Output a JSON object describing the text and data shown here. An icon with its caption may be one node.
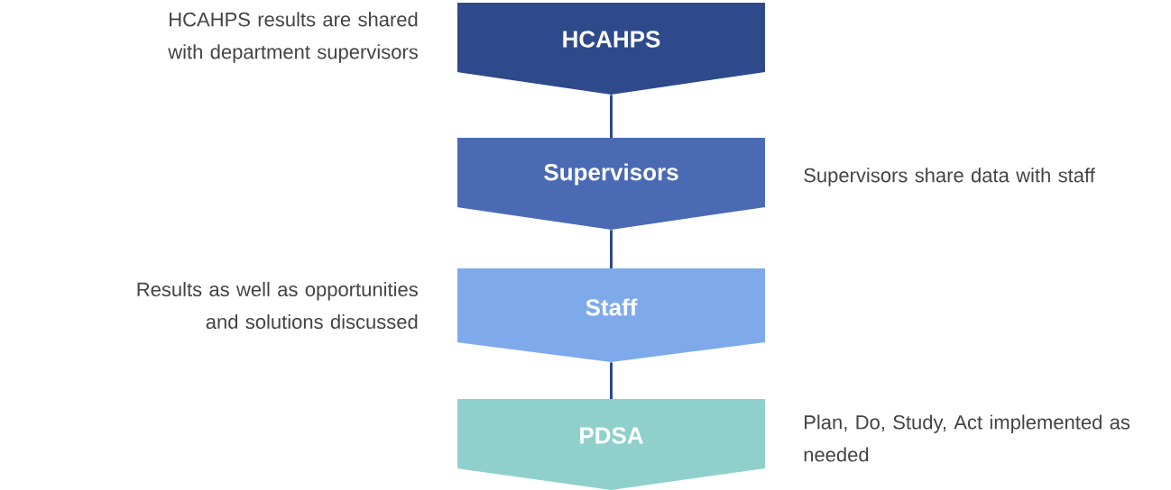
{
  "diagram": {
    "nodes": [
      {
        "text": [
          "HCAHPS"
        ],
        "beside": [
          "HCAHPS results are shared with department supervisors"
        ]
      },
      {
        "text": [
          "Supervisors"
        ],
        "beside": [
          "Supervisors share data with staff"
        ]
      },
      {
        "text": [
          "Staff"
        ],
        "beside": [
          "Results as well as opportunities and solutions discussed"
        ]
      },
      {
        "text": [
          "PDSA"
        ],
        "beside": [
          "Plan, Do, Study, Act implemented as needed"
        ]
      }
    ],
    "edges": [
      {
        "from": 0,
        "to": 1,
        "arrow": "none"
      },
      {
        "from": 1,
        "to": 2,
        "arrow": "none"
      },
      {
        "from": 2,
        "to": 3,
        "arrow": "none"
      }
    ]
  }
}
